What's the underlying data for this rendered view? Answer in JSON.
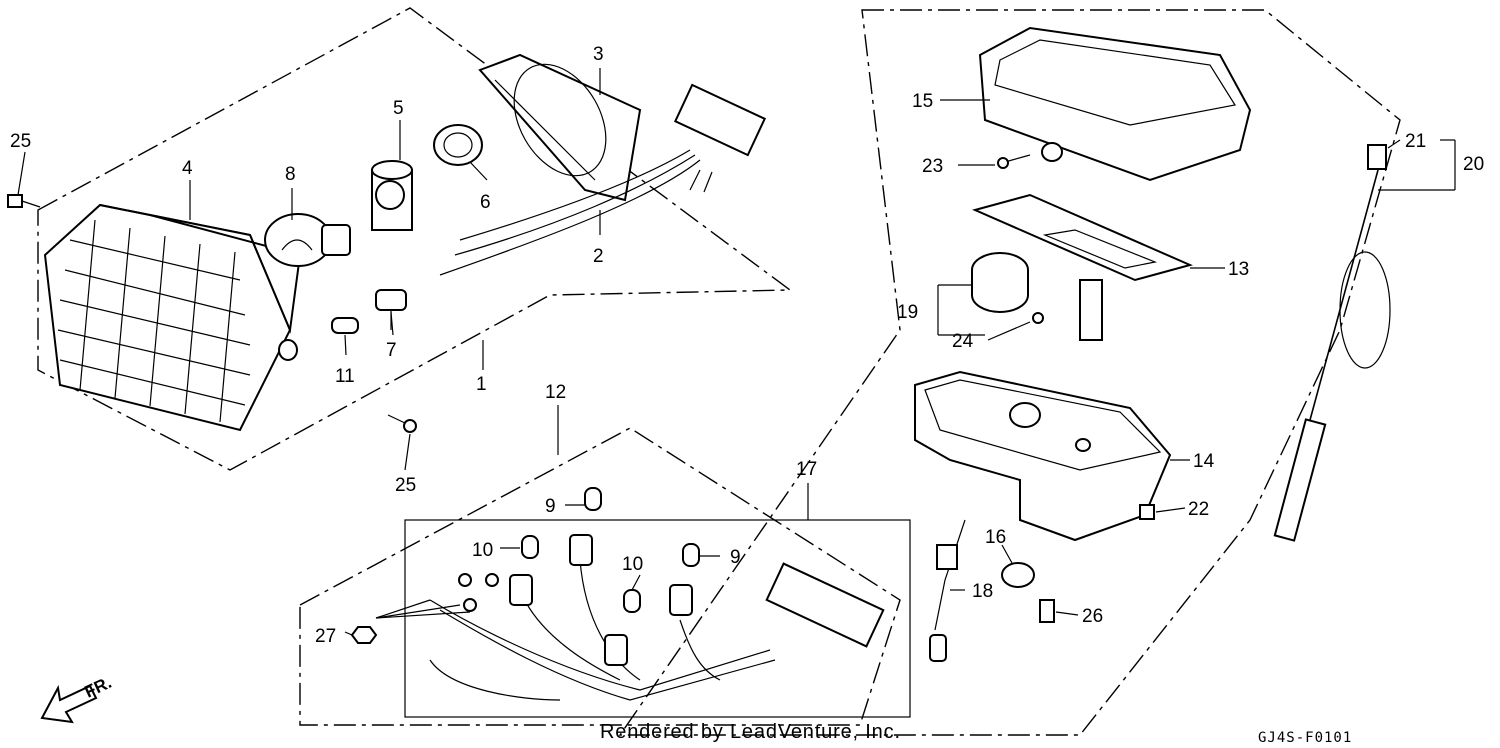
{
  "callouts": {
    "c1": "1",
    "c2": "2",
    "c3": "3",
    "c4": "4",
    "c5": "5",
    "c6": "6",
    "c7": "7",
    "c8": "8",
    "c9a": "9",
    "c9b": "9",
    "c10a": "10",
    "c10b": "10",
    "c11": "11",
    "c12": "12",
    "c13": "13",
    "c14": "14",
    "c15": "15",
    "c16": "16",
    "c17": "17",
    "c18": "18",
    "c19": "19",
    "c20": "20",
    "c21": "21",
    "c22": "22",
    "c23": "23",
    "c24": "24",
    "c25a": "25",
    "c25b": "25",
    "c26": "26",
    "c27": "27"
  },
  "direction_label": "FR.",
  "footer": {
    "credit": "Rendered by LeadVenture, Inc.",
    "code": "GJ4S-F0101"
  }
}
